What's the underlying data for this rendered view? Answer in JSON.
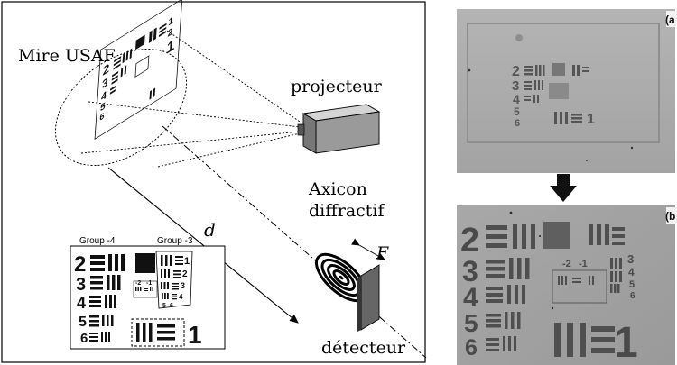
{
  "labels": {
    "mire": "Mire USAF",
    "projector": "projecteur",
    "axicon_line1": "Axicon",
    "axicon_line2": "diffractif",
    "distance": "d",
    "focal": "F",
    "detector": "détecteur",
    "group_left": "Group -4",
    "group_right": "Group -3"
  },
  "target": {
    "left_numbers": [
      "2",
      "3",
      "4",
      "5",
      "6"
    ],
    "right_numbers": [
      "1",
      "2",
      "3",
      "4",
      "5",
      "6"
    ],
    "bottom_number": "1",
    "small_pair": [
      "-2",
      "-1"
    ]
  },
  "photos": {
    "top_label": "(a",
    "bottom_label": "(b",
    "numbers_top": [
      "2",
      "3",
      "4",
      "5",
      "6",
      "1"
    ],
    "numbers_bottom": [
      "2",
      "3",
      "4",
      "5",
      "6",
      "1",
      "-2",
      "-1",
      "3",
      "4",
      "5",
      "6"
    ],
    "colors": {
      "photo_top": "#a9a9a9",
      "photo_bottom": "#9d9d9d",
      "arrow": "#111111"
    }
  }
}
